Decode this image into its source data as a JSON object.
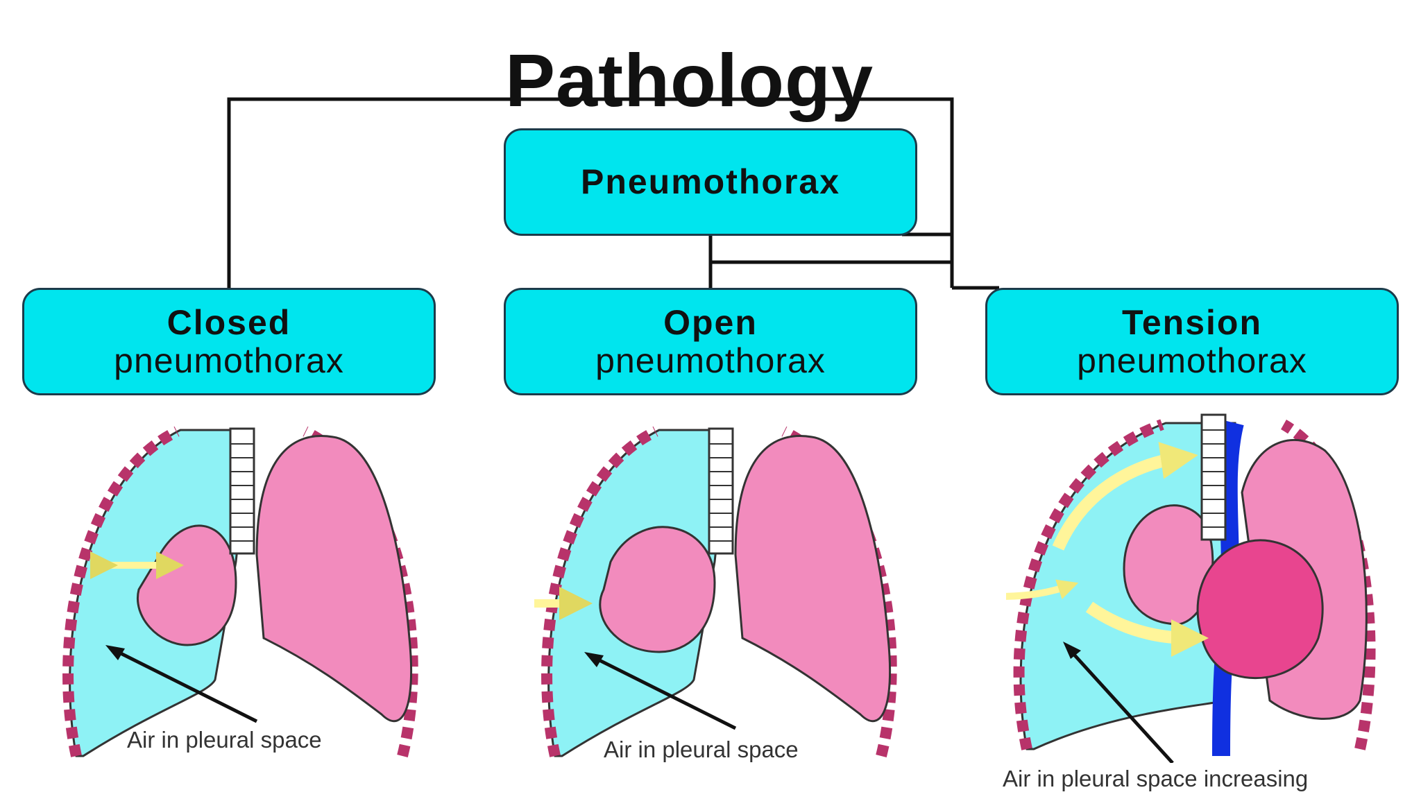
{
  "title": "Pathology",
  "root": {
    "label": "Pneumothorax"
  },
  "types": [
    {
      "name": "Closed",
      "sub": "pneumothorax",
      "caption": "Air in pleural space"
    },
    {
      "name": "Open",
      "sub": "pneumothorax",
      "caption": "Air in pleural space"
    },
    {
      "name": "Tension",
      "sub": "pneumothorax",
      "caption": "Air in pleural space increasing"
    }
  ],
  "colors": {
    "box": "#00e5ee",
    "pleural_air": "#8ef2f5",
    "lung": "#f28bbd",
    "rib": "#b8336a",
    "arrow_air": "#fff59a",
    "vessel": "#1030e0"
  }
}
